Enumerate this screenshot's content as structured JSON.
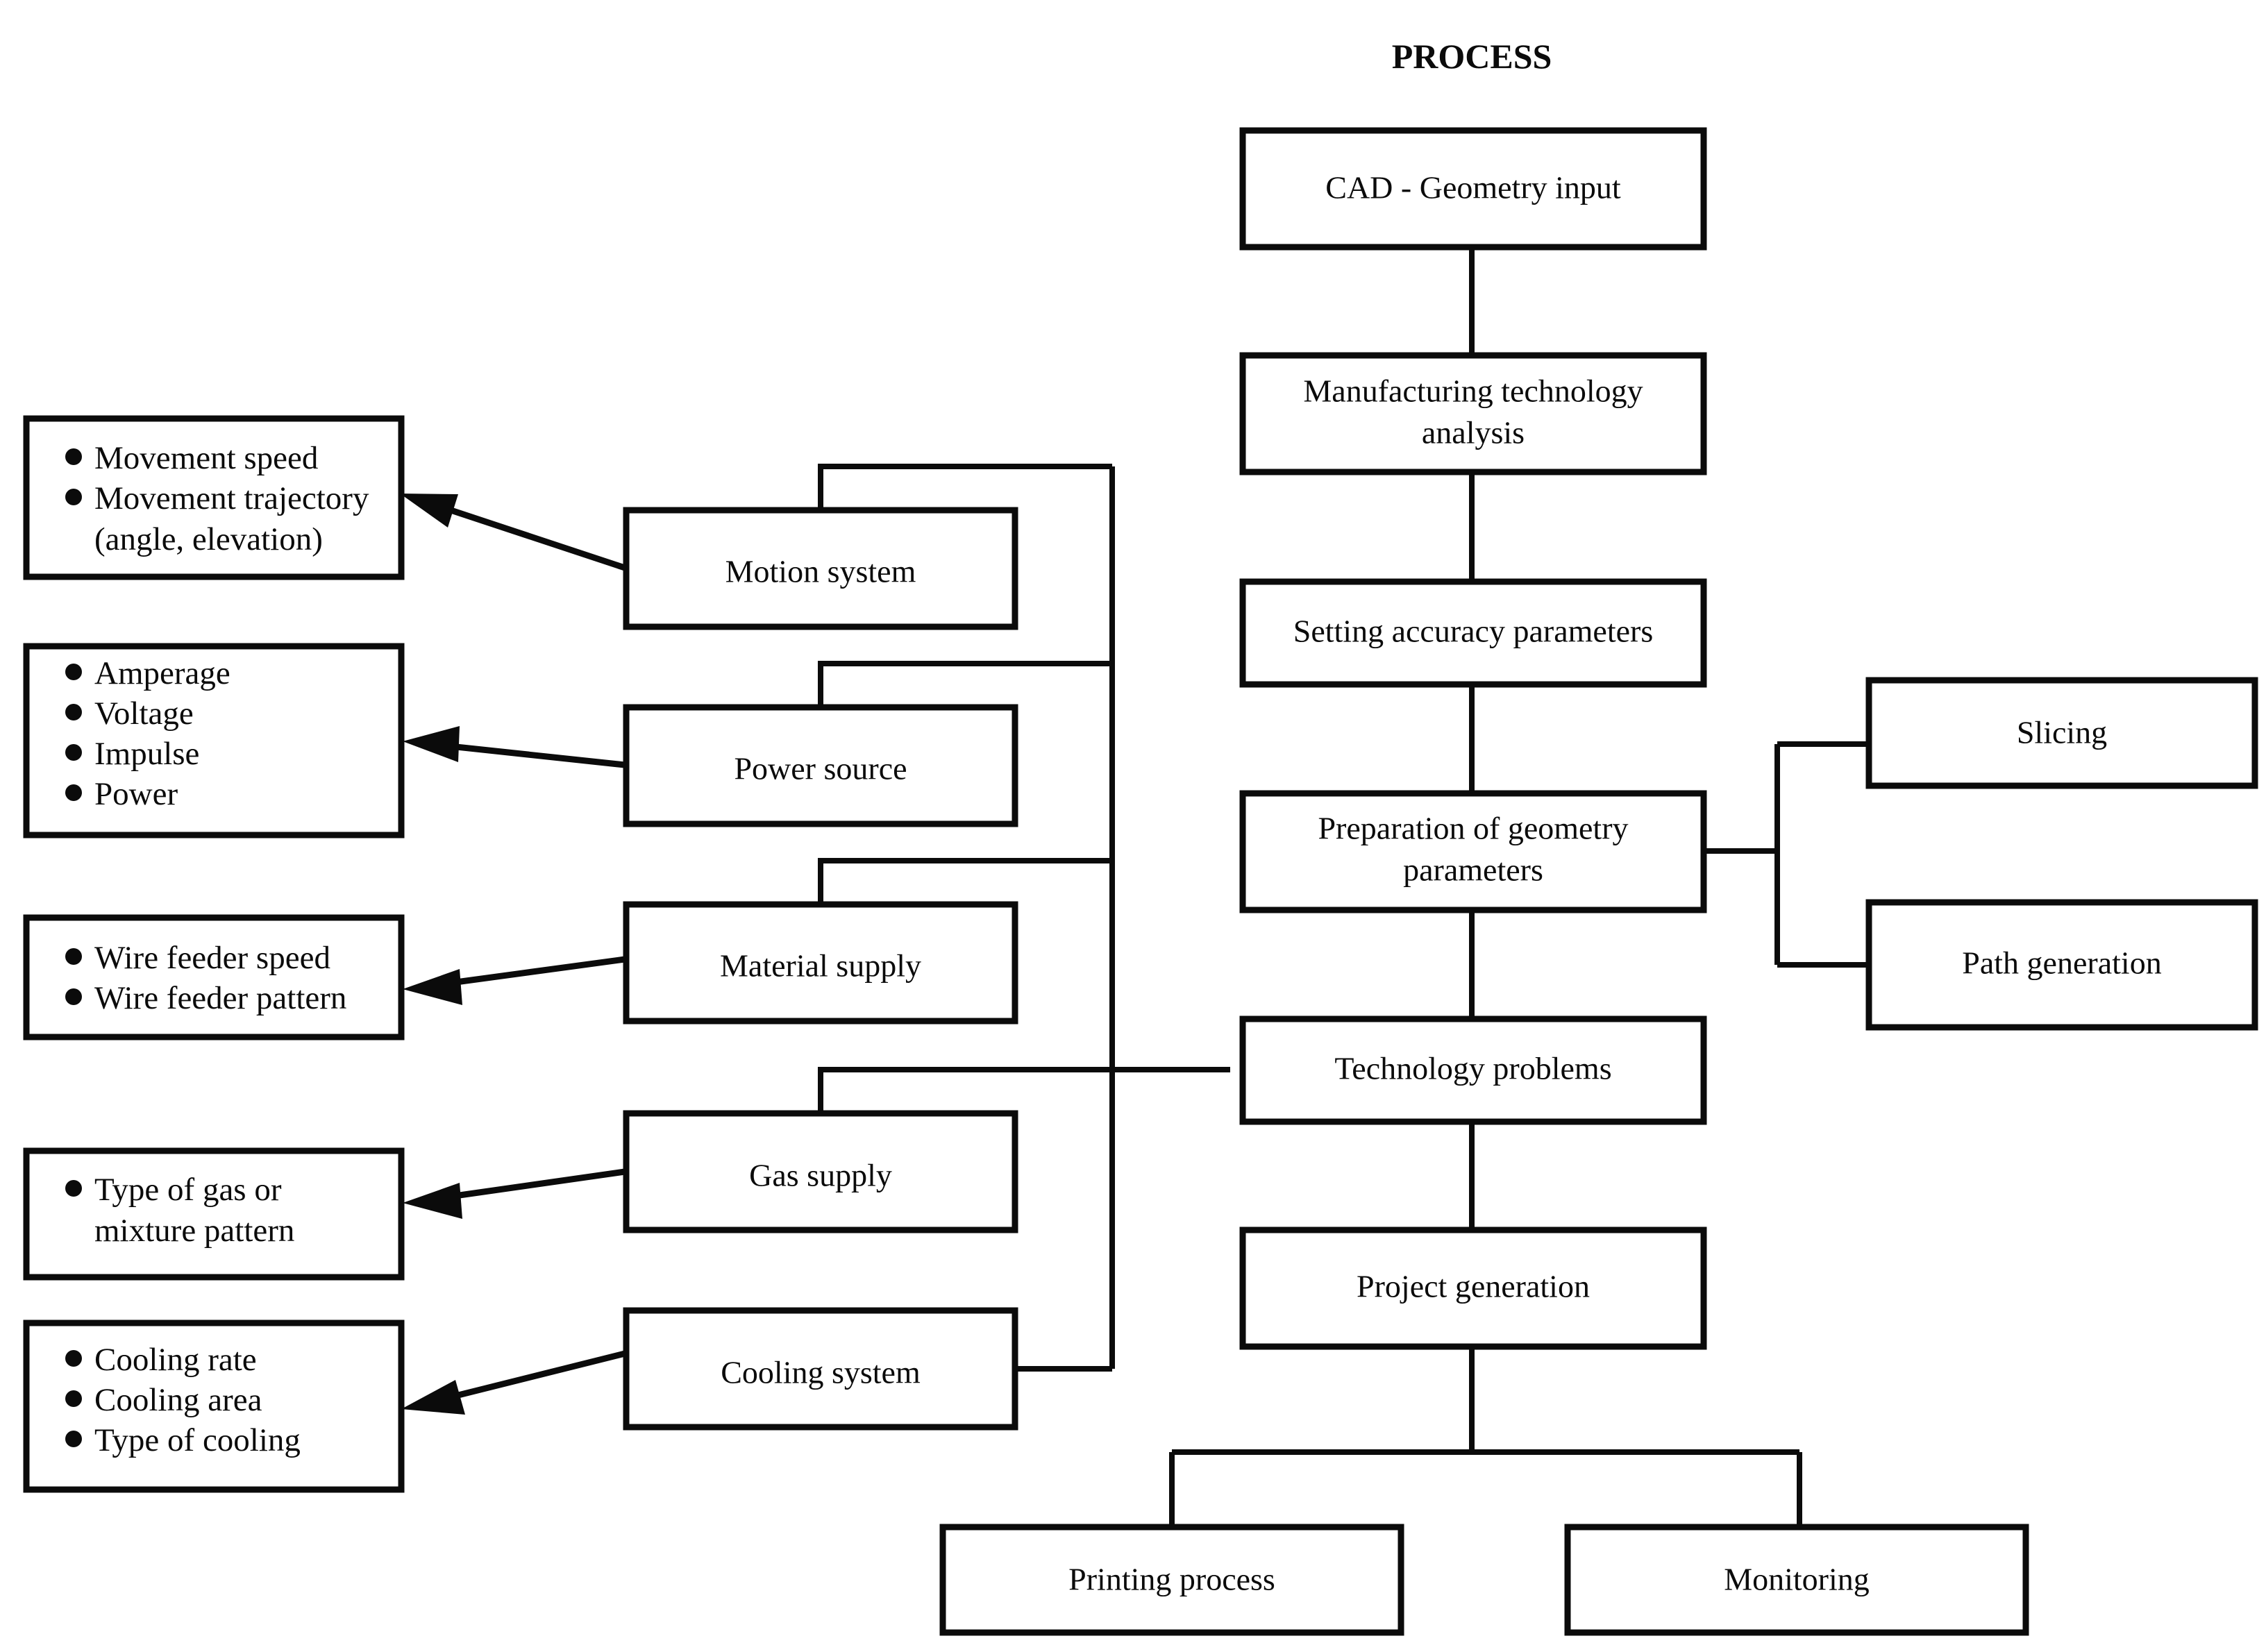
{
  "title": "PROCESS",
  "process_column": {
    "steps": [
      {
        "label": "CAD - Geometry input"
      },
      {
        "label_line1": "Manufacturing technology",
        "label_line2": "analysis"
      },
      {
        "label": "Setting accuracy parameters"
      },
      {
        "label_line1": "Preparation of geometry",
        "label_line2": "parameters"
      },
      {
        "label": "Technology problems"
      },
      {
        "label": "Project generation"
      }
    ],
    "outputs": [
      {
        "label": "Printing process"
      },
      {
        "label": "Monitoring"
      }
    ]
  },
  "geometry_branch": {
    "items": [
      {
        "label": "Slicing"
      },
      {
        "label": "Path generation"
      }
    ]
  },
  "subsystems": [
    {
      "label": "Motion system"
    },
    {
      "label": "Power source"
    },
    {
      "label": "Material supply"
    },
    {
      "label": "Gas supply"
    },
    {
      "label": "Cooling system"
    }
  ],
  "parameter_groups": [
    {
      "name": "motion-parameters",
      "bullets": [
        {
          "lines": [
            "Movement speed"
          ]
        },
        {
          "lines": [
            "Movement trajectory",
            "(angle, elevation)"
          ]
        }
      ]
    },
    {
      "name": "power-parameters",
      "bullets": [
        {
          "lines": [
            "Amperage"
          ]
        },
        {
          "lines": [
            "Voltage"
          ]
        },
        {
          "lines": [
            "Impulse"
          ]
        },
        {
          "lines": [
            "Power"
          ]
        }
      ]
    },
    {
      "name": "material-parameters",
      "bullets": [
        {
          "lines": [
            "Wire feeder speed"
          ]
        },
        {
          "lines": [
            "Wire feeder pattern"
          ]
        }
      ]
    },
    {
      "name": "gas-parameters",
      "bullets": [
        {
          "lines": [
            "Type of gas or",
            "mixture pattern"
          ]
        }
      ]
    },
    {
      "name": "cooling-parameters",
      "bullets": [
        {
          "lines": [
            "Cooling rate"
          ]
        },
        {
          "lines": [
            "Cooling area"
          ]
        },
        {
          "lines": [
            "Type of cooling"
          ]
        }
      ]
    }
  ],
  "colors": {
    "ink": "#0b0b0b",
    "paper": "#ffffff"
  }
}
